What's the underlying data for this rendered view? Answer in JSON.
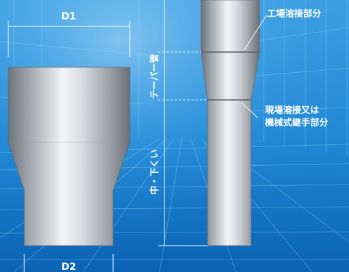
{
  "labels": {
    "d1": "D1",
    "d2": "D2",
    "taper_pipe": "テーパー管",
    "middle_digging": "中・下くい",
    "factory_weld": "工場溶接部分",
    "site_weld_line1": "現場溶接又は",
    "site_weld_line2": "機械式継手部分"
  },
  "colors": {
    "background_top": "#4aa8e6",
    "background_bottom": "#0a5fae",
    "grid_line": "#8fd0ff",
    "pile_dark": "#6e747c",
    "pile_light": "#f2f4f6",
    "dimension_line": "#ffffff"
  }
}
